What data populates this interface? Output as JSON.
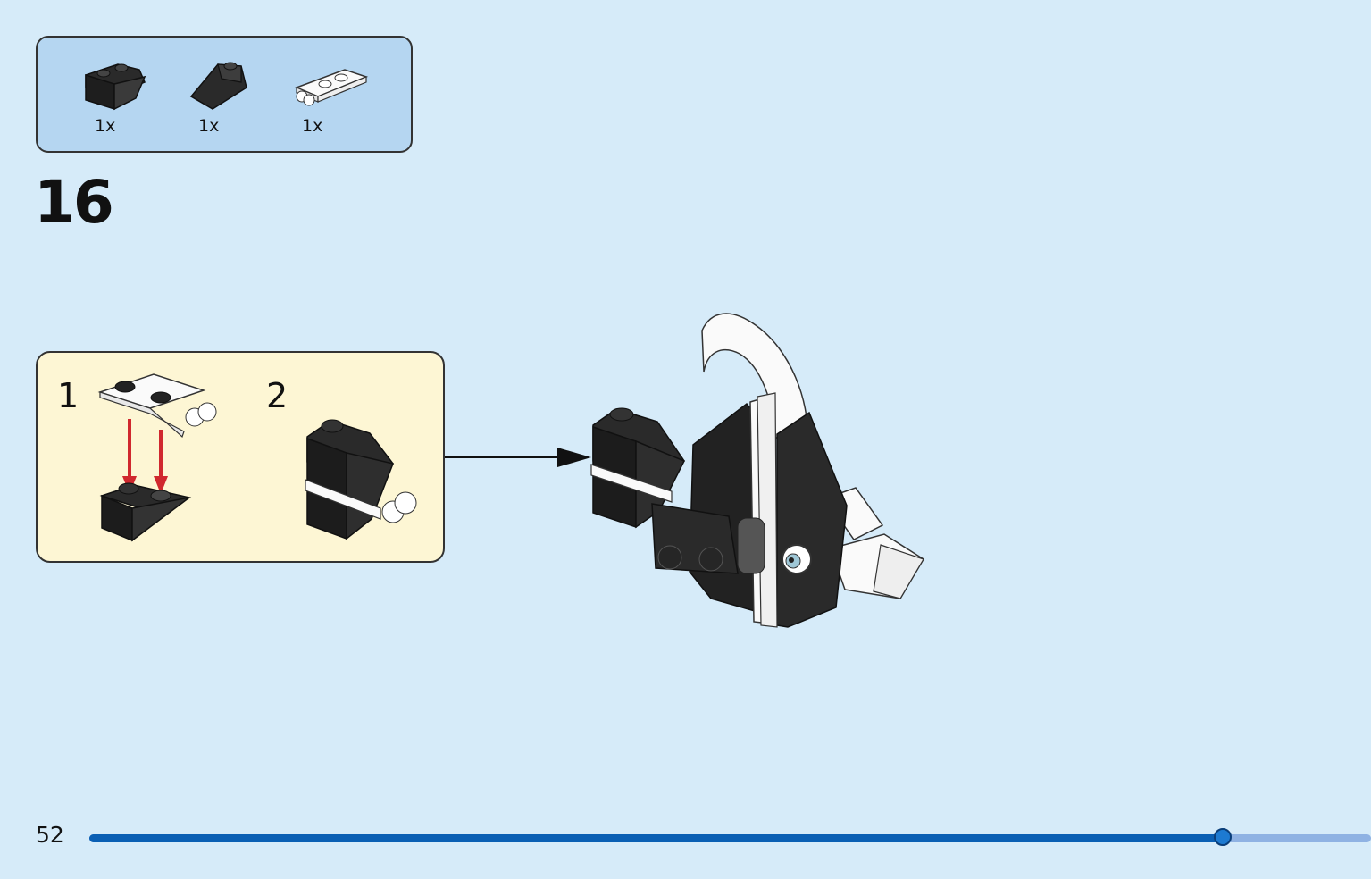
{
  "parts_list": {
    "items": [
      {
        "name": "black-slope-brick",
        "qty": "1x"
      },
      {
        "name": "black-slope-inverted",
        "qty": "1x"
      },
      {
        "name": "white-plate-with-clips",
        "qty": "1x"
      }
    ]
  },
  "step": {
    "number": "16"
  },
  "sub_steps": [
    {
      "number": "1"
    },
    {
      "number": "2"
    }
  ],
  "footer": {
    "page_number": "52",
    "progress": 0.884
  },
  "colors": {
    "background": "#d6ebf9",
    "parts_box": "#b5d6f1",
    "sub_box": "#fdf6d4",
    "progress": "#0a5fb4",
    "arrow_red": "#d0282e"
  }
}
